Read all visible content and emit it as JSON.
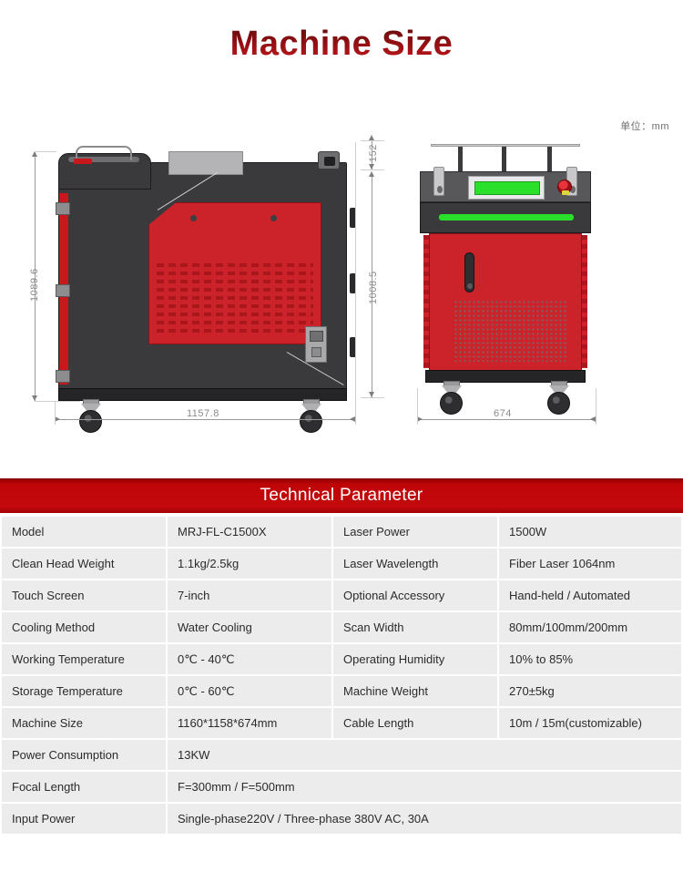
{
  "page_title": "Machine Size",
  "drawing": {
    "unit_label": "单位：mm",
    "dimensions": {
      "side_height": "1089.6",
      "side_width": "1157.8",
      "front_top_height": "152",
      "front_body_height": "1008.5",
      "front_width": "674"
    }
  },
  "table": {
    "header": "Technical Parameter",
    "rows": [
      {
        "label1": "Model",
        "value1": "MRJ-FL-C1500X",
        "label2": "Laser Power",
        "value2": "1500W"
      },
      {
        "label1": "Clean Head Weight",
        "value1": "1.1kg/2.5kg",
        "label2": "Laser Wavelength",
        "value2": "Fiber Laser 1064nm"
      },
      {
        "label1": "Touch Screen",
        "value1": "7-inch",
        "label2": "Optional Accessory",
        "value2": "Hand-held / Automated"
      },
      {
        "label1": "Cooling Method",
        "value1": "Water Cooling",
        "label2": "Scan Width",
        "value2": "80mm/100mm/200mm"
      },
      {
        "label1": "Working Temperature",
        "value1": "0℃ - 40℃",
        "label2": "Operating Humidity",
        "value2": "10% to 85%"
      },
      {
        "label1": "Storage Temperature",
        "value1": "0℃ - 60℃",
        "label2": "Machine Weight",
        "value2": "270±5kg"
      },
      {
        "label1": "Machine Size",
        "value1": "1160*1158*674mm",
        "label2": "Cable Length",
        "value2": "10m / 15m(customizable)"
      }
    ],
    "wide_rows": [
      {
        "label": "Power Consumption",
        "value": "13KW"
      },
      {
        "label": "Focal Length",
        "value": "F=300mm / F=500mm"
      },
      {
        "label": "Input Power",
        "value": "Single-phase220V / Three-phase 380V AC, 30A"
      }
    ]
  },
  "colors": {
    "title_red": "#9b1216",
    "header_red": "#c00508",
    "machine_red": "#cc2229",
    "machine_dark": "#3a3a3c",
    "cell_bg": "#ececec",
    "screen_green": "#2ae02a"
  }
}
